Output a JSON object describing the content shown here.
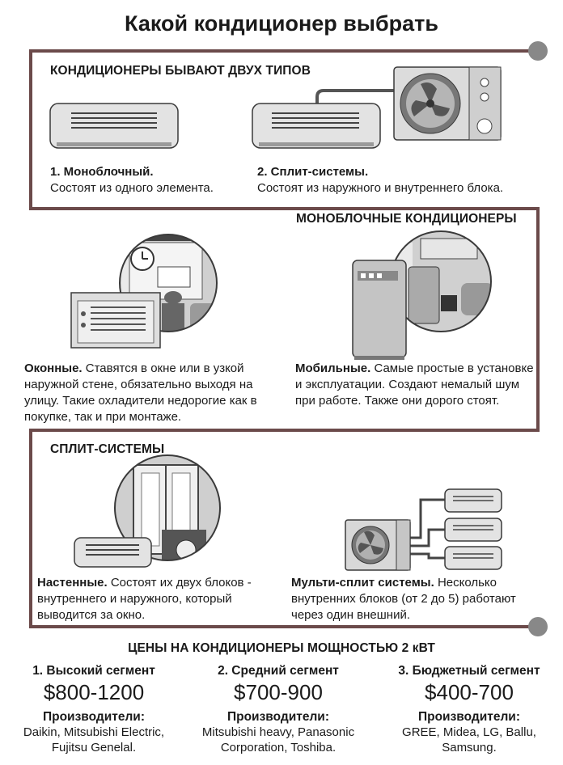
{
  "title": "Какой кондиционер выбрать",
  "types": {
    "header": "КОНДИЦИОНЕРЫ БЫВАЮТ ДВУХ ТИПОВ",
    "mono": {
      "name": "1. Моноблочный.",
      "desc": "Состоят из одного элемента."
    },
    "split": {
      "name": "2. Сплит-системы.",
      "desc": "Состоят из наружного и внутреннего блока."
    }
  },
  "monoblock": {
    "header": "МОНОБЛОЧНЫЕ КОНДИЦИОНЕРЫ",
    "window": {
      "name": "Оконные.",
      "desc": " Ставятся в окне или в узкой наружной стене, обязательно выходя на улицу. Такие охладители недорогие как в покупке, так и при монтаже."
    },
    "mobile": {
      "name": "Мобильные.",
      "desc": "  Самые простые в установке и эксплуатации. Создают немалый шум при работе. Также они дорого стоят."
    }
  },
  "split_systems": {
    "header": "СПЛИТ-СИСТЕМЫ",
    "wall": {
      "name": "Настенные.",
      "desc": " Состоят их двух блоков - внутреннего и наружного, который выводится за окно."
    },
    "multi": {
      "name": "Мульти-сплит системы.",
      "desc": " Несколько внутренних блоков (от 2 до 5) работают через один внешний."
    }
  },
  "prices": {
    "header": "ЦЕНЫ НА КОНДИЦИОНЕРЫ МОЩНОСТЬЮ 2 кВТ",
    "makers_label": "Производители:",
    "segments": [
      {
        "name": "1. Высокий сегмент",
        "price": "$800-1200",
        "makers": "Daikin, Mitsubishi Electric, Fujitsu Genelal."
      },
      {
        "name": "2. Средний сегмент",
        "price": "$700-900",
        "makers": "Mitsubishi heavy, Panasonic Corporation, Toshiba."
      },
      {
        "name": "3. Бюджетный сегмент",
        "price": "$400-700",
        "makers": "GREE, Midea, LG, Ballu, Samsung."
      }
    ]
  },
  "colors": {
    "frame": "#6b4a4a",
    "dot": "#888888",
    "unit": "#e4e4e4",
    "outline": "#3a3a3a"
  }
}
